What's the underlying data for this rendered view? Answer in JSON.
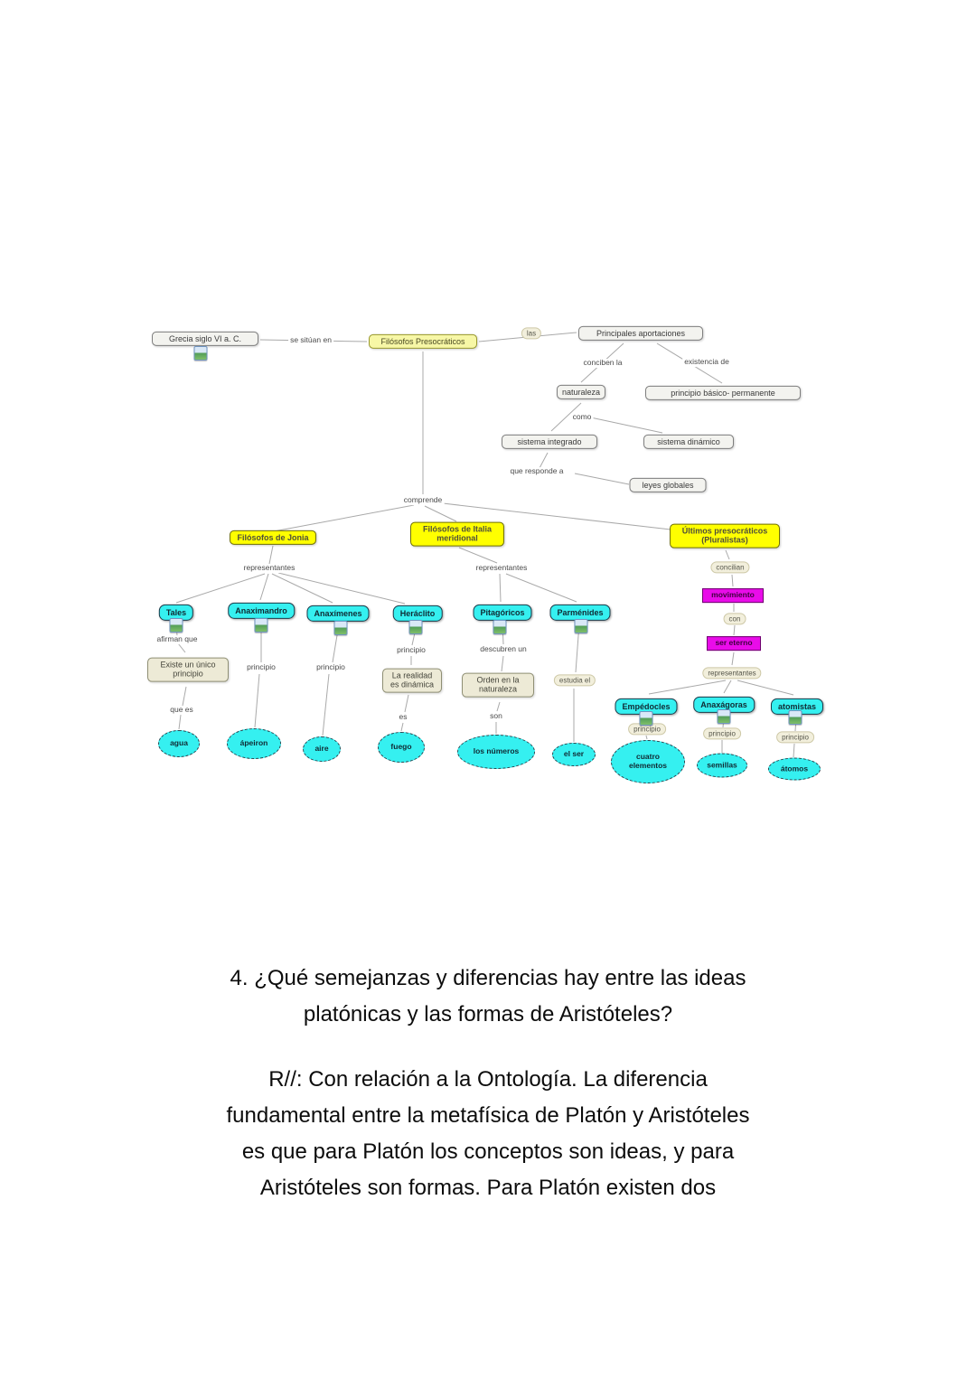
{
  "map": {
    "nodes": {
      "grecia": "Grecia siglo VI a. C.",
      "presocraticos": "Filósofos Presocráticos",
      "aportaciones": "Principales aportaciones",
      "naturaleza": "naturaleza",
      "principio_basico": "principio básico- permanente",
      "sistema_integrado": "sistema integrado",
      "sistema_dinamico": "sistema dinámico",
      "leyes_globales": "leyes globales",
      "jonia": "Filósofos de Jonia",
      "italia": "Filósofos de Italia meridional",
      "ultimos": "Últimos presocráticos (Pluralistas)",
      "tales": "Tales",
      "anaximandro": "Anaximandro",
      "anaximenes": "Anaxímenes",
      "heraclito": "Heráclito",
      "pitagoricos": "Pitagóricos",
      "parmenides": "Parménides",
      "existe_principio": "Existe un único principio",
      "la_realidad": "La realidad es dinámica",
      "orden_naturaleza": "Orden en la naturaleza",
      "movimiento": "movimiento",
      "ser_eterno": "ser eterno",
      "empedocles": "Empédocles",
      "anaxagoras": "Anaxágoras",
      "atomistas": "atomistas",
      "agua": "agua",
      "apeiron": "ápeiron",
      "aire": "aire",
      "fuego": "fuego",
      "los_numeros": "los números",
      "el_ser": "el ser",
      "cuatro_elementos": "cuatro elementos",
      "semillas": "semillas",
      "atomos": "átomos"
    },
    "links": {
      "se_situan": "se sitúan en",
      "las": "las",
      "conciben": "conciben la",
      "existencia": "existencia de",
      "como": "como",
      "que_responde": "que responde a",
      "comprende": "comprende",
      "representantes": "representantes",
      "afirman": "afirman que",
      "principio": "principio",
      "que_es": "que es",
      "es": "es",
      "son": "son",
      "descubren": "descubren un",
      "estudia": "estudia el",
      "concilian": "concilian",
      "con": "con"
    },
    "icons": {
      "resource": "image-resource-icon"
    }
  },
  "text_block": {
    "question_lines": [
      "4. ¿Qué semejanzas y diferencias hay entre las ideas",
      "platónicas y las formas de Aristóteles?"
    ],
    "answer_lines": [
      "R//: Con relación a la Ontología. La diferencia",
      "fundamental entre la metafísica de Platón y Aristóteles",
      "es que para Platón los conceptos son ideas, y para",
      "Aristóteles son formas. Para Platón existen dos"
    ]
  },
  "colors": {
    "node_cyan": "#35f0f0",
    "node_yellow": "#ffff00",
    "node_pale_yellow": "#f7f7a6",
    "node_magenta": "#e90ce9",
    "node_gray": "#f3f3ef",
    "node_tan": "#edead6"
  }
}
